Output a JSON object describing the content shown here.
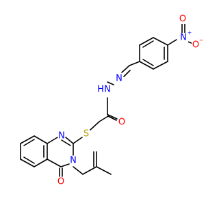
{
  "atoms": {
    "nitro_n": "N",
    "nitro_n_charge": "+",
    "nitro_o_top": "O",
    "nitro_o_minus": "O",
    "nitro_o_charge": "−",
    "imine_n": "N",
    "hydrazide_n": "N",
    "hydrazide_h": "H",
    "amide_o": "O",
    "sulfur": "S",
    "ring_n1": "N",
    "ring_n3": "N",
    "ring_o": "O"
  },
  "colors": {
    "bond": "#000000",
    "nitrogen": "#0000ff",
    "oxygen": "#ff0000",
    "sulfur": "#b8a000",
    "carbon": "#000000"
  }
}
